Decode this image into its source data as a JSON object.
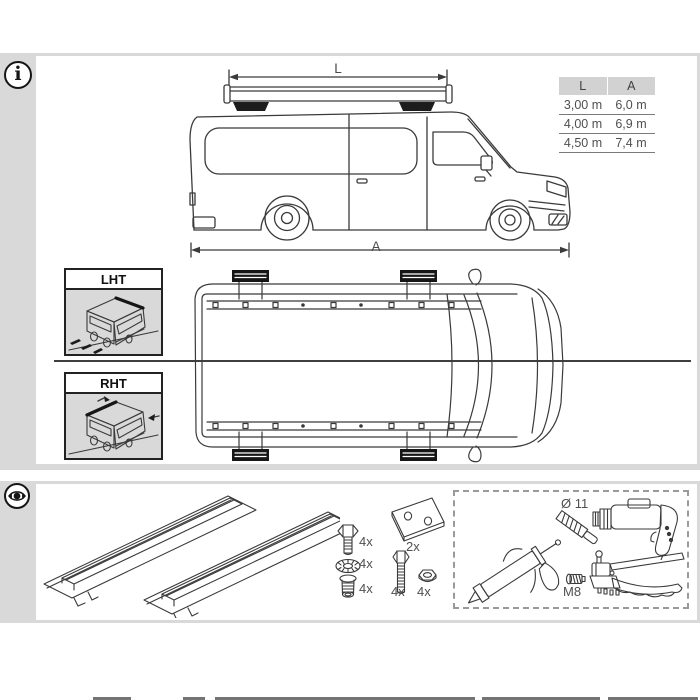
{
  "colors": {
    "panel_gray": "#d9d9d9",
    "table_header_gray": "#d2d2d2",
    "line": "#3a3a3a",
    "ink": "#1c1c1c",
    "text": "#4f4f4f"
  },
  "icons": {
    "info_glyph": "i"
  },
  "top_panel": {
    "dimension_table": {
      "headers": [
        "L",
        "A"
      ],
      "rows": [
        [
          "3,00 m",
          "6,0 m"
        ],
        [
          "4,00 m",
          "6,9 m"
        ],
        [
          "4,50 m",
          "7,4 m"
        ]
      ]
    },
    "side_view": {
      "length_label": "L",
      "overall_label": "A"
    },
    "traffic_boxes": [
      {
        "label": "LHT"
      },
      {
        "label": "RHT"
      }
    ]
  },
  "bottom_panel": {
    "parts": {
      "bolt_short_qty": "4x",
      "washer_qty": "4x",
      "rivet_nut_qty": "4x",
      "plate_qty": "2x",
      "bolt_long_qty": "4x",
      "nut_qty": "4x"
    },
    "tools": {
      "drill_bit_label": "Ø 11",
      "insert_label": "M8"
    }
  }
}
